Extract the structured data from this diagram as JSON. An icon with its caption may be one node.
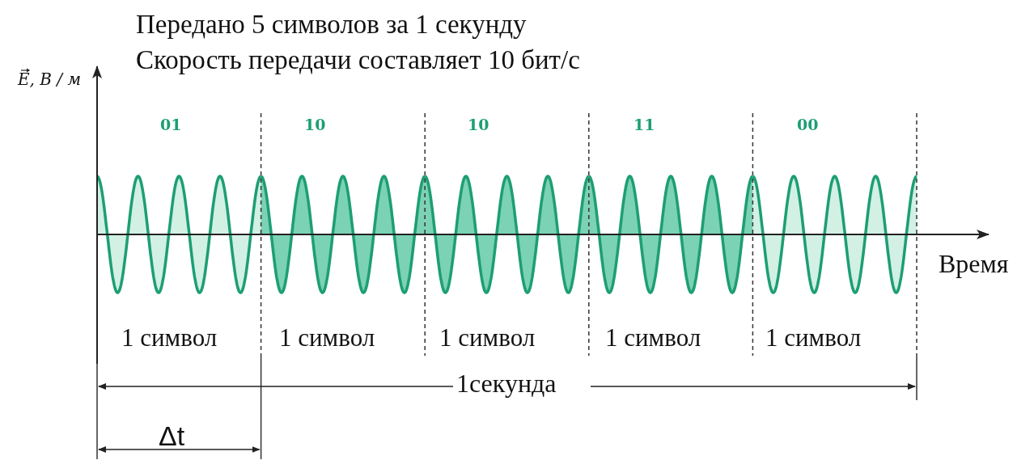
{
  "diagram": {
    "title": "Передано 5 символов за 1 секунду",
    "labels": [
      "E, В / м",
      "Скорость передачи составляет 10 бит/с",
      "01",
      "10",
      "10",
      "11",
      "00",
      "Время",
      "1 символ",
      "1 символ",
      "1 символ",
      "1 символ",
      "1 символ",
      "1секунда",
      "Δt"
    ]
  }
}
